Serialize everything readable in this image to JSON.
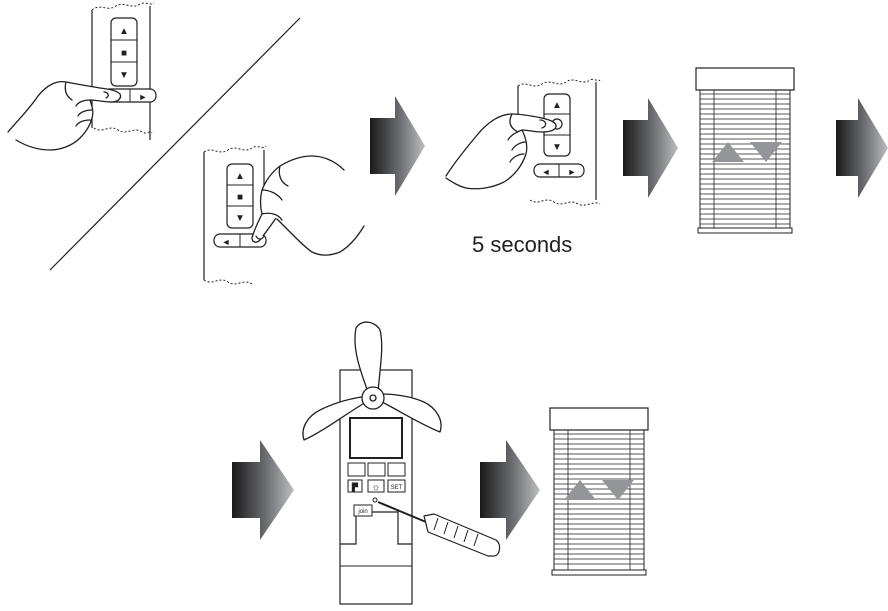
{
  "caption": "5 seconds",
  "remote_buttons": {
    "up": "▲",
    "stop": "■",
    "down": "▼",
    "left": "◄",
    "right": "►"
  },
  "weather_sensor": {
    "button_flag": "▛",
    "button_sun": "☼",
    "button_set": "SET",
    "button_join": "join"
  },
  "colors": {
    "line": "#231f20",
    "arrow_dark": "#231f20",
    "arrow_light": "#a7a9ac",
    "triangle": "#939598"
  }
}
